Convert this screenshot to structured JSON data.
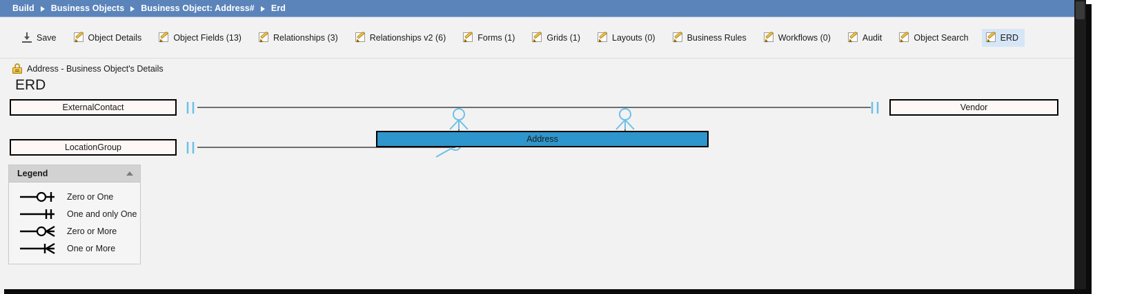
{
  "breadcrumb": {
    "items": [
      {
        "label": "Build"
      },
      {
        "label": "Business Objects"
      },
      {
        "label": "Business Object: Address#"
      },
      {
        "label": "Erd"
      }
    ]
  },
  "toolbar": {
    "items": [
      {
        "label": "Save",
        "icon": "save-icon",
        "active": false
      },
      {
        "label": "Object Details",
        "icon": "pencil-icon",
        "active": false
      },
      {
        "label": "Object Fields (13)",
        "icon": "pencil-icon",
        "active": false
      },
      {
        "label": "Relationships (3)",
        "icon": "pencil-icon",
        "active": false
      },
      {
        "label": "Relationships v2 (6)",
        "icon": "pencil-icon",
        "active": false
      },
      {
        "label": "Forms (1)",
        "icon": "pencil-icon",
        "active": false
      },
      {
        "label": "Grids (1)",
        "icon": "pencil-icon",
        "active": false
      },
      {
        "label": "Layouts (0)",
        "icon": "pencil-icon",
        "active": false
      },
      {
        "label": "Business Rules",
        "icon": "pencil-icon",
        "active": false
      },
      {
        "label": "Workflows (0)",
        "icon": "pencil-icon",
        "active": false
      },
      {
        "label": "Audit",
        "icon": "pencil-icon",
        "active": false
      },
      {
        "label": "Object Search",
        "icon": "pencil-icon",
        "active": false
      },
      {
        "label": "ERD",
        "icon": "pencil-icon",
        "active": true
      }
    ]
  },
  "details": {
    "icon": "lock-icon",
    "text": "Address - Business Object's Details"
  },
  "page_title": "ERD",
  "erd": {
    "entities": [
      {
        "name": "ExternalContact",
        "highlight": false
      },
      {
        "name": "LocationGroup",
        "highlight": false
      },
      {
        "name": "Address",
        "highlight": true
      },
      {
        "name": "Vendor",
        "highlight": false
      }
    ],
    "colors": {
      "highlight_fill": "#2e96cc",
      "entity_fill": "#fdf8f6",
      "entity_border": "#000000",
      "connector": "#6cc0e8",
      "line": "#6e6e6e"
    }
  },
  "legend": {
    "title": "Legend",
    "collapse_icon": "chevron-up-icon",
    "rows": [
      {
        "symbol": "zero-or-one",
        "label": "Zero or One"
      },
      {
        "symbol": "one-and-only-one",
        "label": "One and only One"
      },
      {
        "symbol": "zero-or-more",
        "label": "Zero or More"
      },
      {
        "symbol": "one-or-more",
        "label": "One or More"
      }
    ]
  }
}
